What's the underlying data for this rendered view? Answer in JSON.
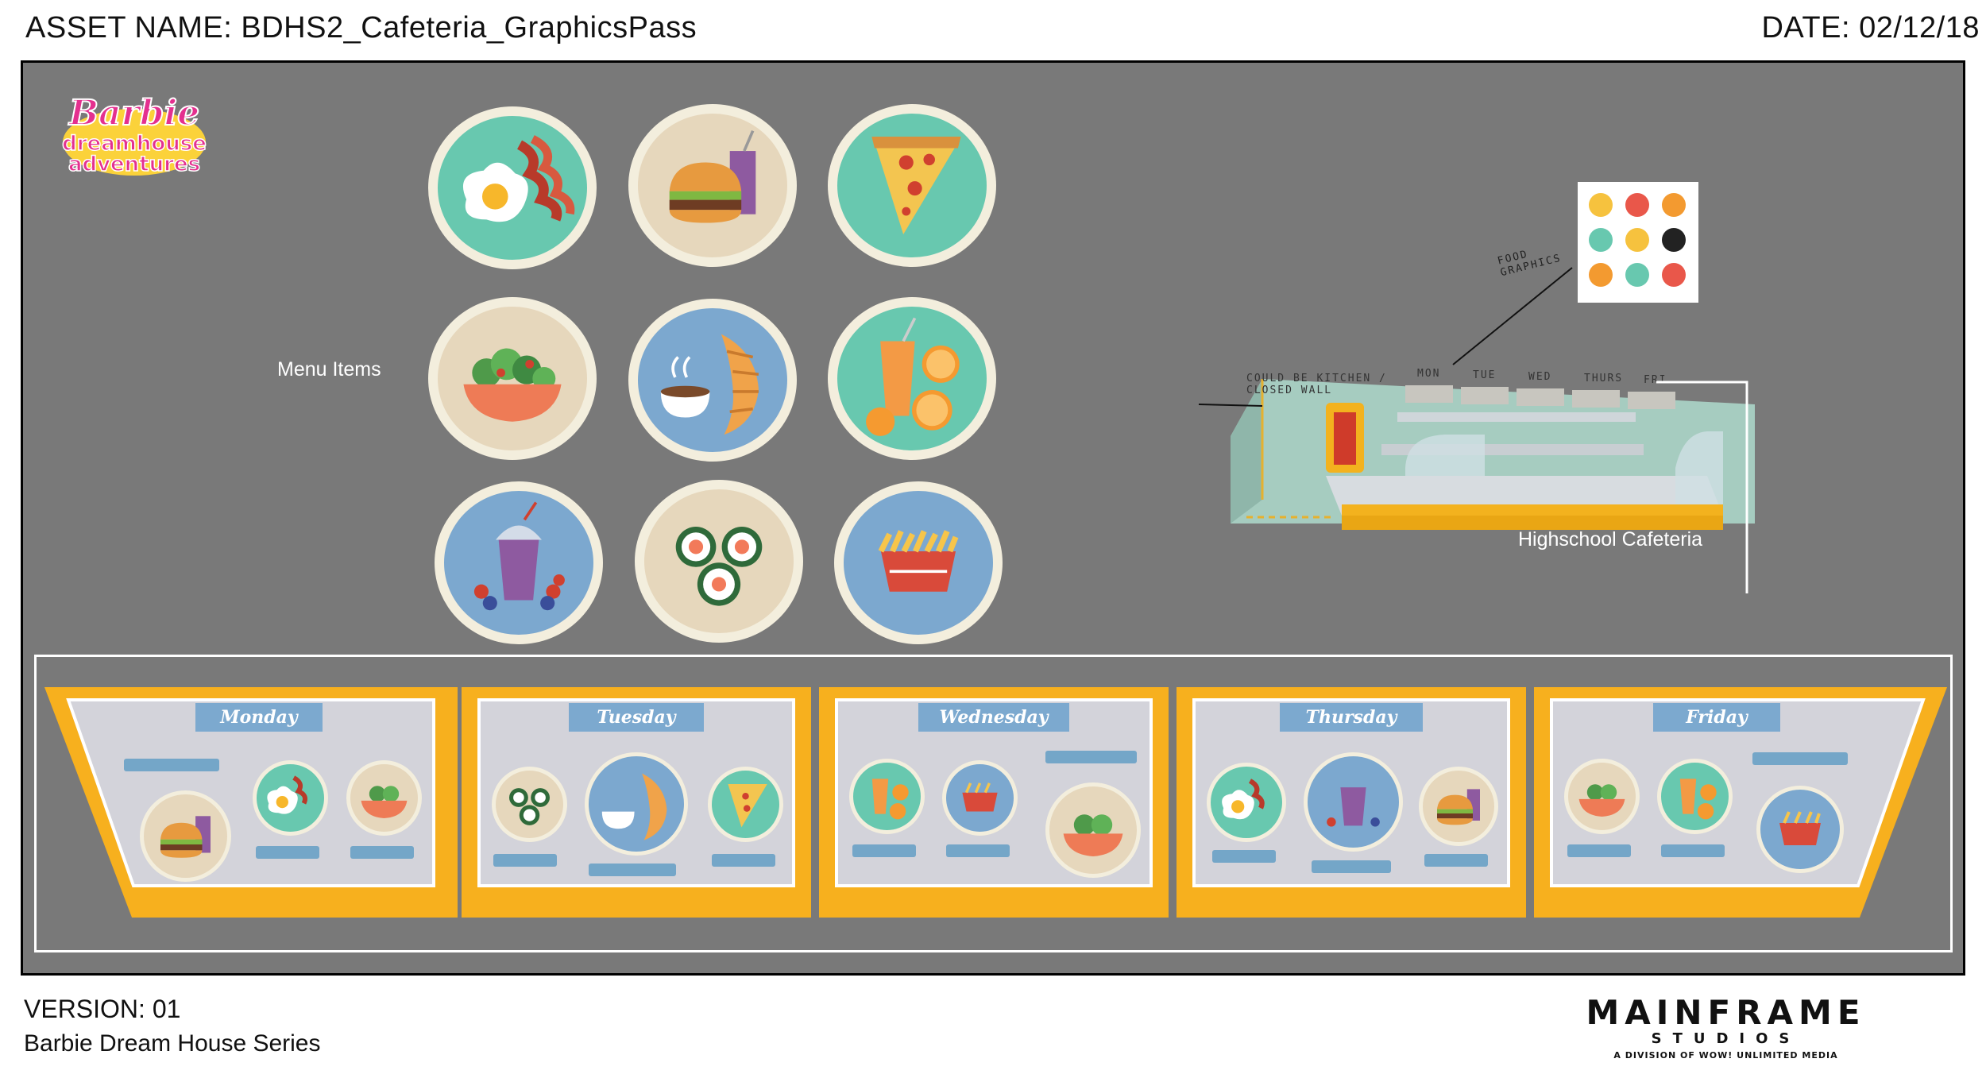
{
  "header": {
    "asset_name": "ASSET NAME: BDHS2_Cafeteria_GraphicsPass",
    "date": "DATE: 02/12/18"
  },
  "labels": {
    "menu_items": "Menu Items",
    "cafeteria": "Highschool Cafeteria"
  },
  "sketch_notes": {
    "kitchen": "COULD BE KITCHEN / CLOSED WALL",
    "food_graphics": "FOOD GRAPHICS",
    "days": [
      "MON",
      "TUE",
      "WED",
      "THURS",
      "FRI"
    ]
  },
  "logo": {
    "text": "Barbie dreamhouse adventures"
  },
  "menu_icons": [
    "fried-egg-bacon",
    "burger-drink",
    "pizza-slice",
    "salad-bowl",
    "coffee-croissant",
    "orange-juice",
    "berry-smoothie",
    "sushi-rolls",
    "fries-tray"
  ],
  "menu_boards": [
    {
      "banner": "Monday",
      "icons": [
        "burger-drink",
        "fried-egg-bacon",
        "salad-bowl"
      ]
    },
    {
      "banner": "Tuesday",
      "icons": [
        "sushi-rolls",
        "coffee-croissant",
        "pizza-slice"
      ]
    },
    {
      "banner": "Wednesday",
      "icons": [
        "orange-juice",
        "fries-tray",
        "salad-bowl"
      ]
    },
    {
      "banner": "Thursday",
      "icons": [
        "fried-egg-bacon",
        "berry-smoothie",
        "burger-drink"
      ]
    },
    {
      "banner": "Friday",
      "icons": [
        "salad-bowl",
        "orange-juice",
        "fries-tray"
      ]
    }
  ],
  "colors": {
    "board_bg": "#797979",
    "frame_yellow": "#f7b01e",
    "panel_grey": "#d3d3da",
    "banner_blue": "#7ca9cf",
    "circle_rim": "#f3eedd"
  },
  "footer": {
    "version": "VERSION: 01",
    "series": "Barbie Dream House Series",
    "studio_name": "MAINFRAME",
    "studio_sub": "STUDIOS",
    "studio_tag": "A DIVISION OF WOW! UNLIMITED MEDIA"
  }
}
